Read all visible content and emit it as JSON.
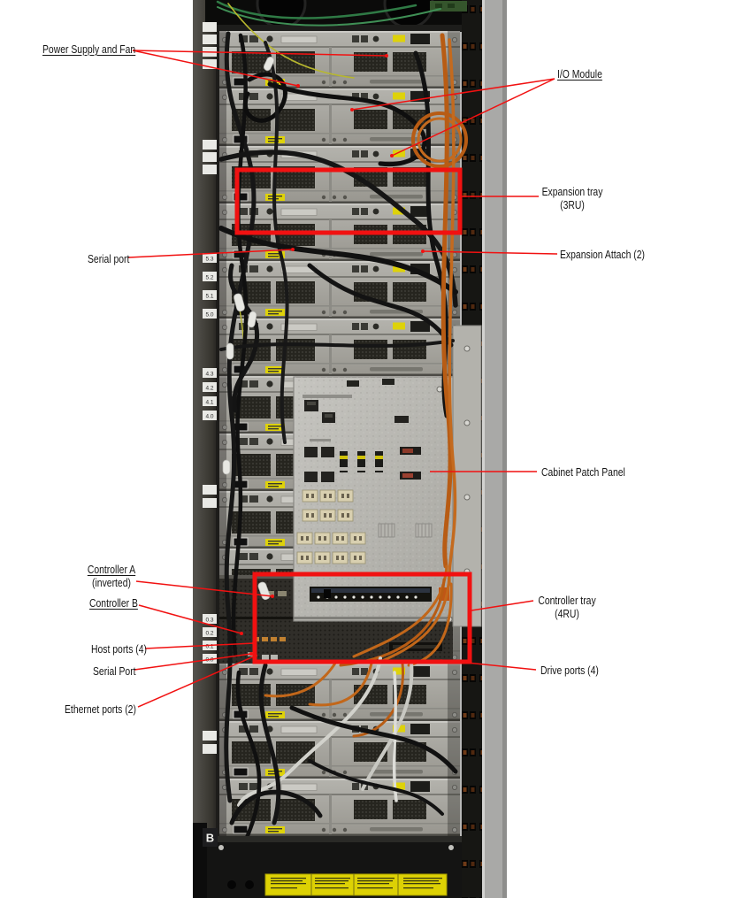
{
  "annotations": {
    "power_supply_fan": {
      "label": "Power Supply and Fan"
    },
    "io_module": {
      "label": "I/O Module"
    },
    "expansion_tray": {
      "label": "Expansion tray",
      "sub": "(3RU)"
    },
    "serial_port_top": {
      "label": "Serial port"
    },
    "expansion_attach": {
      "label": "Expansion Attach (2)"
    },
    "cabinet_patch_panel": {
      "label": "Cabinet Patch Panel"
    },
    "controller_a": {
      "label": "Controller A",
      "sub": "(inverted)"
    },
    "controller_b": {
      "label": "Controller B"
    },
    "host_ports": {
      "label": "Host ports (4)"
    },
    "serial_port_bottom": {
      "label": "Serial Port"
    },
    "ethernet_ports": {
      "label": "Ethernet ports (2)"
    },
    "controller_tray": {
      "label": "Controller tray",
      "sub": "(4RU)"
    },
    "drive_ports": {
      "label": "Drive ports (4)"
    }
  },
  "rack": {
    "rail_labels_5": [
      "5.3",
      "5.2",
      "5.1",
      "5.0"
    ],
    "rail_labels_4": [
      "4.3",
      "4.2",
      "4.1",
      "4.0"
    ],
    "rail_labels_0": [
      "0.3",
      "0.2",
      "0.1",
      "0.0"
    ],
    "side_marker": "B"
  },
  "colors": {
    "annotation_red": "#f11111",
    "tray_gray": "#a6a49e",
    "panel_gray": "#bcbbb5",
    "cable_black": "#141414",
    "cable_orange": "#b85c14",
    "warning_yellow": "#ddd104"
  }
}
